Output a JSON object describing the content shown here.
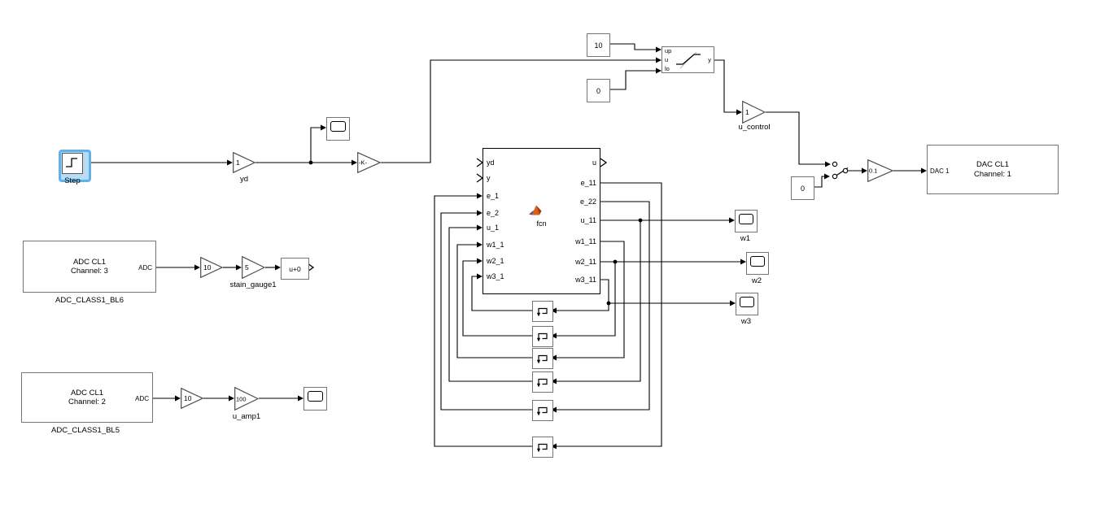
{
  "blocks": {
    "step": {
      "label": "Step"
    },
    "gain_yd": {
      "value": "1",
      "label": "yd"
    },
    "gain_k": {
      "value": "-K-"
    },
    "const_10": {
      "value": "10"
    },
    "const_0_sat": {
      "value": "0"
    },
    "saturation": {
      "port_up": "up",
      "port_u": "u",
      "port_lo": "lo",
      "port_y": "y"
    },
    "gain_u_control": {
      "value": "1",
      "label": "u_control"
    },
    "const_0_switch": {
      "value": "0"
    },
    "gain_dac": {
      "value": "0.1"
    },
    "dac": {
      "port": "DAC 1",
      "title": "DAC CL1",
      "subtitle": "Channel: 1"
    },
    "fcn": {
      "label": "fcn",
      "inputs": [
        "yd",
        "y",
        "e_1",
        "e_2",
        "u_1",
        "w1_1",
        "w2_1",
        "w3_1"
      ],
      "outputs": [
        "u",
        "e_11",
        "e_22",
        "u_11",
        "w1_11",
        "w2_11",
        "w3_11"
      ]
    },
    "scope_w1": {
      "label": "w1"
    },
    "scope_w2": {
      "label": "w2"
    },
    "scope_w3": {
      "label": "w3"
    },
    "adc_bl6": {
      "title": "ADC CL1",
      "subtitle": "Channel: 3",
      "port": "ADC",
      "name": "ADC_CLASS1_BL6"
    },
    "gain_adc6_a": {
      "value": "10"
    },
    "gain_adc6_b": {
      "value": "5",
      "label": "stain_gauge1"
    },
    "bias": {
      "value": "u+0"
    },
    "adc_bl5": {
      "title": "ADC CL1",
      "subtitle": "Channel: 2",
      "port": "ADC",
      "name": "ADC_CLASS1_BL5"
    },
    "gain_adc5_a": {
      "value": "10"
    },
    "gain_adc5_b": {
      "value": "100",
      "label": "u_amp1"
    }
  },
  "colors": {
    "selection_highlight": "#64b1e8",
    "wire": "#000000",
    "block_border": "#757575",
    "fcn_border": "#000000",
    "matlab_orange": "#d95f1e",
    "matlab_dark_orange": "#a33a0e",
    "matlab_blue": "#4754a0",
    "background": "#ffffff"
  }
}
